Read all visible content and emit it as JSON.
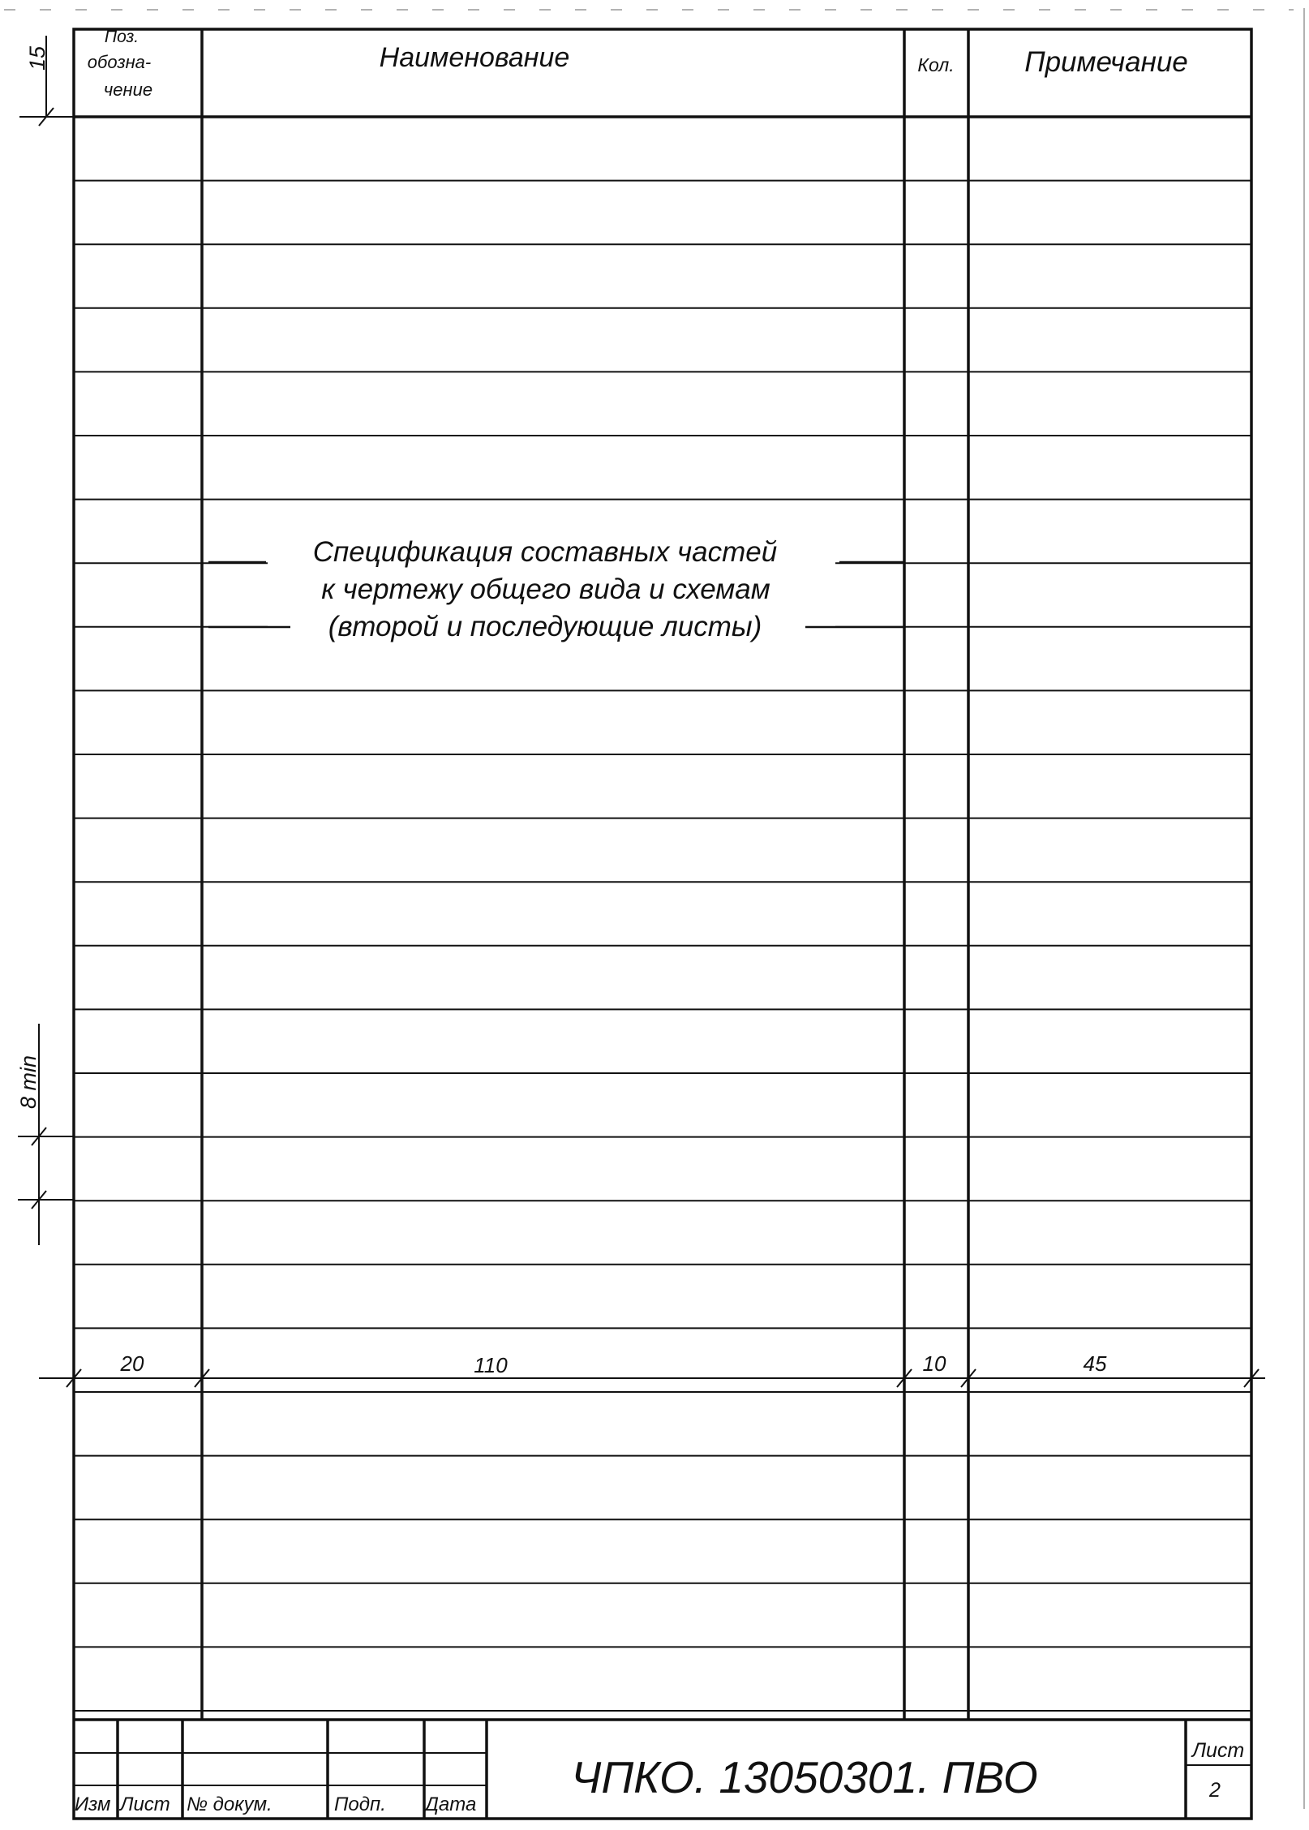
{
  "header": {
    "pos_line1": "Поз.",
    "pos_line2": "обозна-",
    "pos_line3": "чение",
    "name": "Наименование",
    "qty": "Кол.",
    "note": "Примечание"
  },
  "caption": {
    "line1": "Спецификация составных частей",
    "line2": "к чертежу общего вида и схемам",
    "line3": "(второй и последующие листы)"
  },
  "dimensions": {
    "header_height": "15",
    "row_height": "8 min",
    "col_pos": "20",
    "col_name": "110",
    "col_qty": "10",
    "col_note": "45"
  },
  "title_block": {
    "izm": "Изм",
    "list": "Лист",
    "doc": "№ докум.",
    "sign": "Подп.",
    "date": "Дата",
    "designation": "ЧПКО. 13050301. ПВО",
    "sheet_label": "Лист",
    "sheet_number": "2"
  }
}
